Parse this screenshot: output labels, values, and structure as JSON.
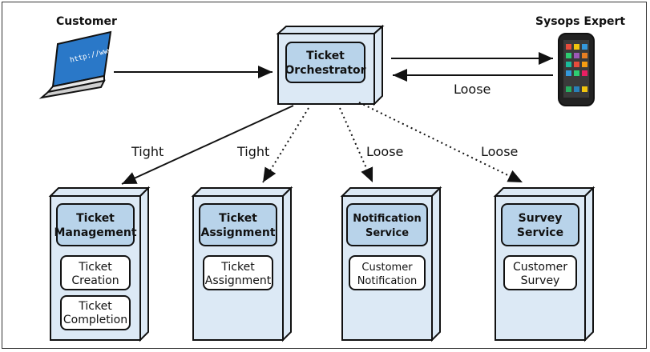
{
  "actors": {
    "customer": "Customer",
    "sysops": "Sysops Expert",
    "laptop_screen_text": "http://www"
  },
  "orchestrator": {
    "line1": "Ticket",
    "line2": "Orchestrator"
  },
  "edges": {
    "orchestrator_to_sysops_return": "Loose",
    "to_management": "Tight",
    "to_assignment": "Tight",
    "to_notification": "Loose",
    "to_survey": "Loose"
  },
  "services": [
    {
      "title1": "Ticket",
      "title2": "Management",
      "subs": [
        {
          "l1": "Ticket",
          "l2": "Creation"
        },
        {
          "l1": "Ticket",
          "l2": "Completion"
        }
      ]
    },
    {
      "title1": "Ticket",
      "title2": "Assignment",
      "subs": [
        {
          "l1": "Ticket",
          "l2": "Assignment"
        }
      ]
    },
    {
      "title1": "Notification",
      "title2": "Service",
      "subs": [
        {
          "l1": "Customer",
          "l2": "Notification"
        }
      ]
    },
    {
      "title1": "Survey",
      "title2": "Service",
      "subs": [
        {
          "l1": "Customer",
          "l2": "Survey"
        }
      ]
    }
  ],
  "colors": {
    "box_fill": "#dce9f5",
    "title_fill": "#b8d3ea",
    "stroke": "#111111",
    "laptop_screen": "#2a78c8"
  },
  "icons": [
    "laptop-icon",
    "smartphone-icon"
  ]
}
